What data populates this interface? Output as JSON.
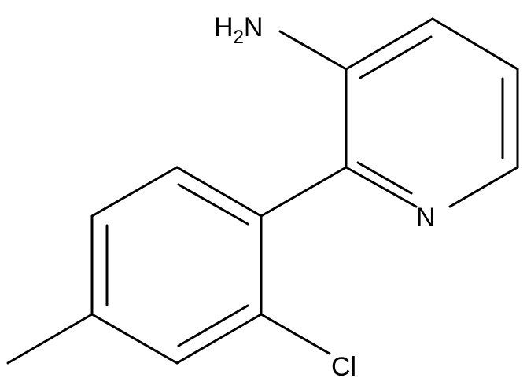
{
  "structure": {
    "atoms": {
      "amine": {
        "main": "H",
        "subscript": "2",
        "rest": "N"
      },
      "ring_nitrogen": "N",
      "chlorine": "Cl"
    }
  }
}
